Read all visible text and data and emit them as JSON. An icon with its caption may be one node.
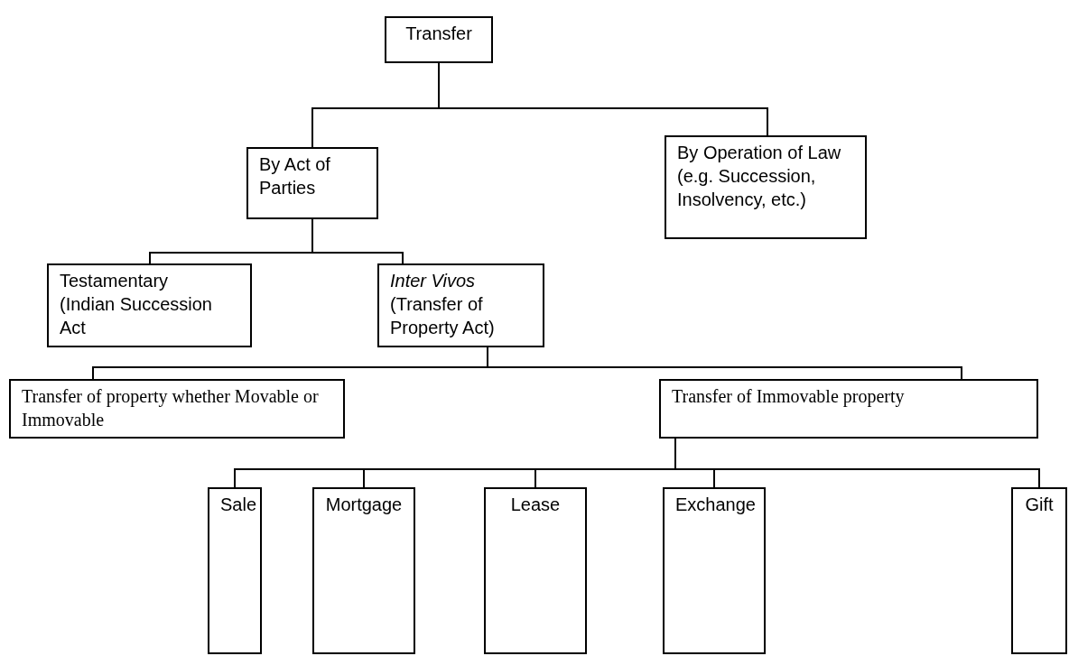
{
  "diagram": {
    "nodes": [
      {
        "text": [
          "Transfer"
        ]
      },
      {
        "text": [
          "By Act of Parties"
        ]
      },
      {
        "text": [
          "By Operation of Law",
          "(e.g. Succession, Insolvency, etc.)"
        ]
      },
      {
        "text": [
          "Testamentary",
          "(Indian Succession Act"
        ]
      },
      {
        "text": [
          "Inter Vivos",
          "(Transfer of Property Act)"
        ]
      },
      {
        "text": [
          "Transfer of property whether Movable or Immovable"
        ]
      },
      {
        "text": [
          "Transfer of Immovable property"
        ]
      },
      {
        "text": [
          "Sale"
        ]
      },
      {
        "text": [
          "Mortgage"
        ]
      },
      {
        "text": [
          "Lease"
        ]
      },
      {
        "text": [
          "Exchange"
        ]
      },
      {
        "text": [
          "Gift"
        ]
      }
    ],
    "edges": [
      {
        "from": 0,
        "to": 1,
        "arrow": "none"
      },
      {
        "from": 0,
        "to": 2,
        "arrow": "none"
      },
      {
        "from": 1,
        "to": 3,
        "arrow": "none"
      },
      {
        "from": 1,
        "to": 4,
        "arrow": "none"
      },
      {
        "from": 4,
        "to": 5,
        "arrow": "none"
      },
      {
        "from": 4,
        "to": 6,
        "arrow": "none"
      },
      {
        "from": 6,
        "to": 7,
        "arrow": "none"
      },
      {
        "from": 6,
        "to": 8,
        "arrow": "none"
      },
      {
        "from": 6,
        "to": 9,
        "arrow": "none"
      },
      {
        "from": 6,
        "to": 10,
        "arrow": "none"
      },
      {
        "from": 6,
        "to": 11,
        "arrow": "none"
      }
    ]
  }
}
